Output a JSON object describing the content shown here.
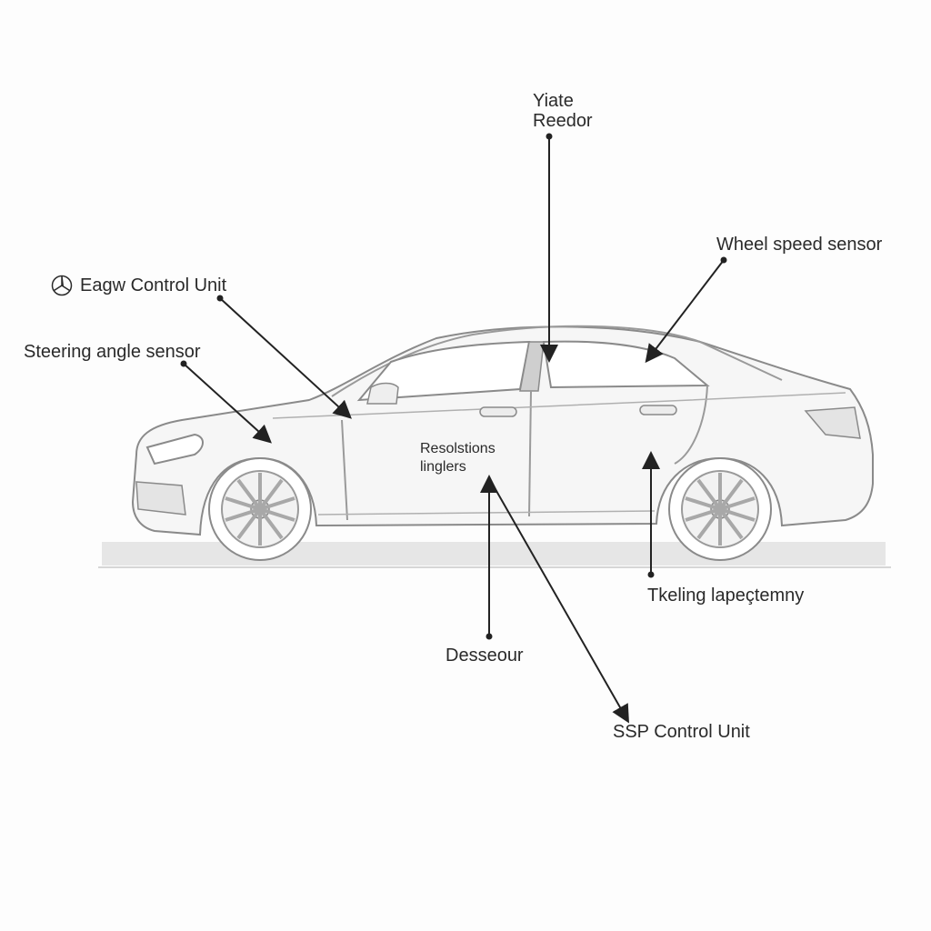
{
  "labels": {
    "yaw_line1": "Yiate",
    "yaw_line2": "Reedor",
    "wheel_speed": "Wheel speed sensor",
    "control_unit": "Eagw Control Unit",
    "steering": "Steering angle sensor",
    "center_line1": "Resolstions",
    "center_line2": "linglers",
    "trailing": "Tkeling lapeçtemny",
    "desser": "Desseour",
    "ssp": "SSP Control Unit"
  },
  "icons": {
    "control_unit_icon": "three-pointed-star-logo-icon"
  },
  "colors": {
    "outline": "#8a8a8a",
    "leader": "#222222",
    "ground": "#e6e6e6",
    "text": "#2a2a2a"
  }
}
